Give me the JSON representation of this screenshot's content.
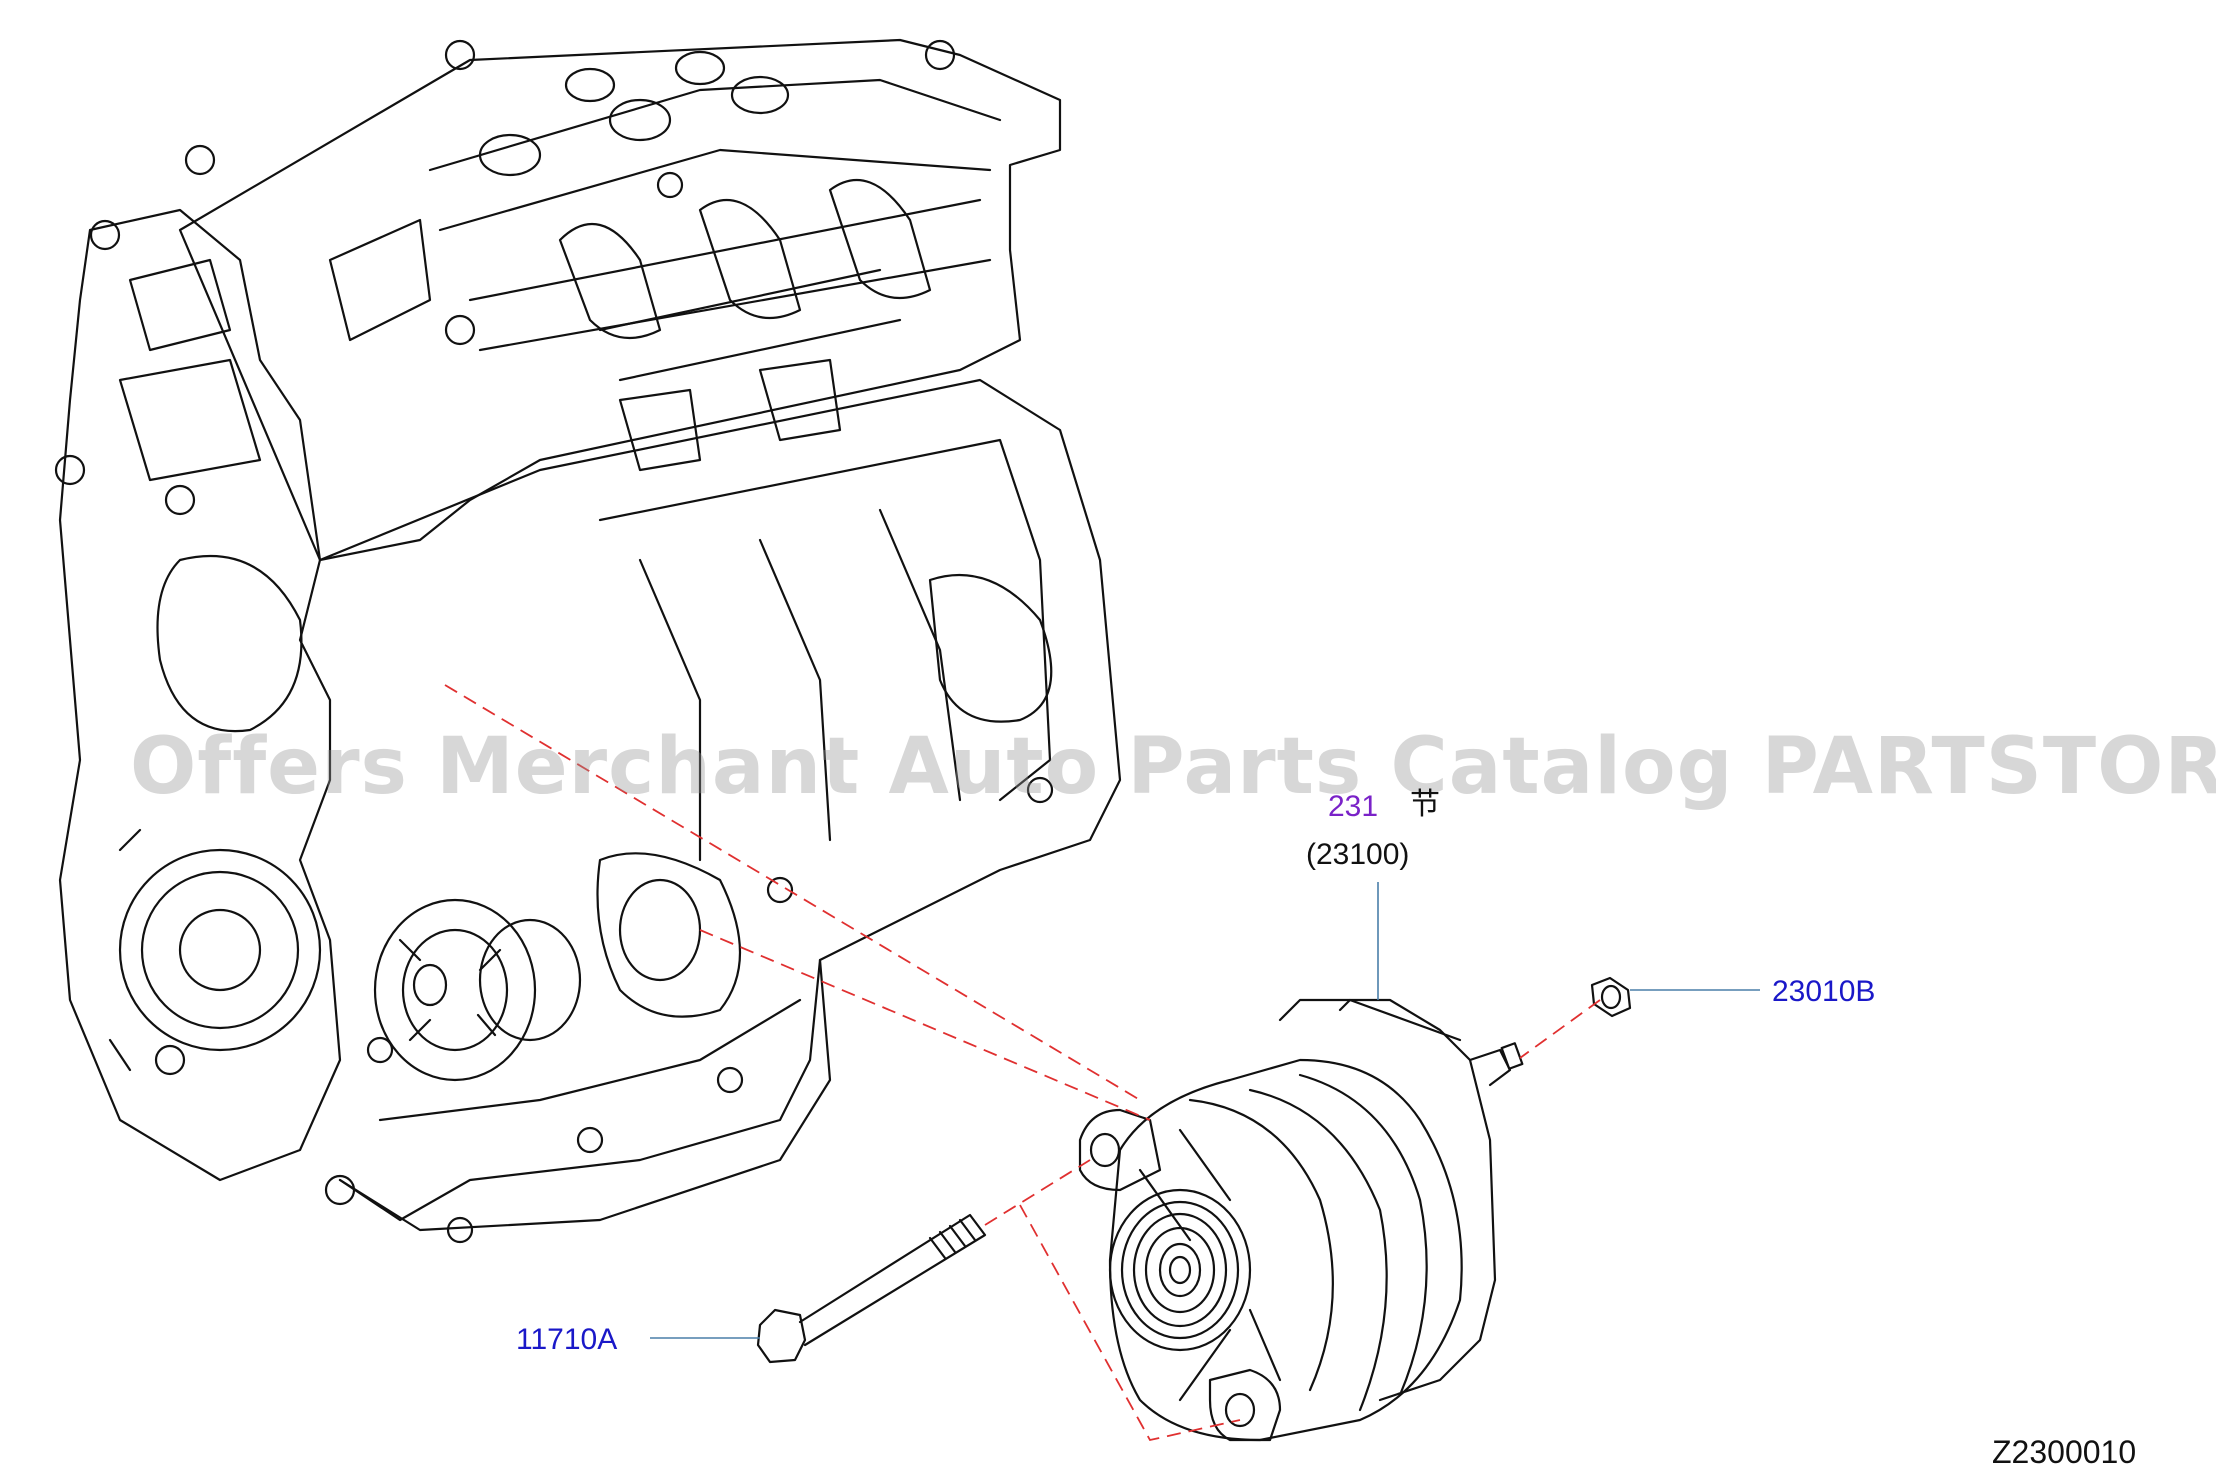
{
  "callouts": {
    "group_number": "231",
    "group_symbol": "节",
    "assembly_number": "(23100)",
    "nut_part": "23010B",
    "bolt_part": "11710A"
  },
  "diagram_id": "Z2300010",
  "watermark": "Offers Merchant Auto Parts Catalog PARTSTORE.SA",
  "colors": {
    "line_art": "#111111",
    "callout_text": "#1a18c8",
    "group_text": "#7a22c8",
    "dashed_guide": "#e03030",
    "leader_line": "#4a7fa8"
  }
}
